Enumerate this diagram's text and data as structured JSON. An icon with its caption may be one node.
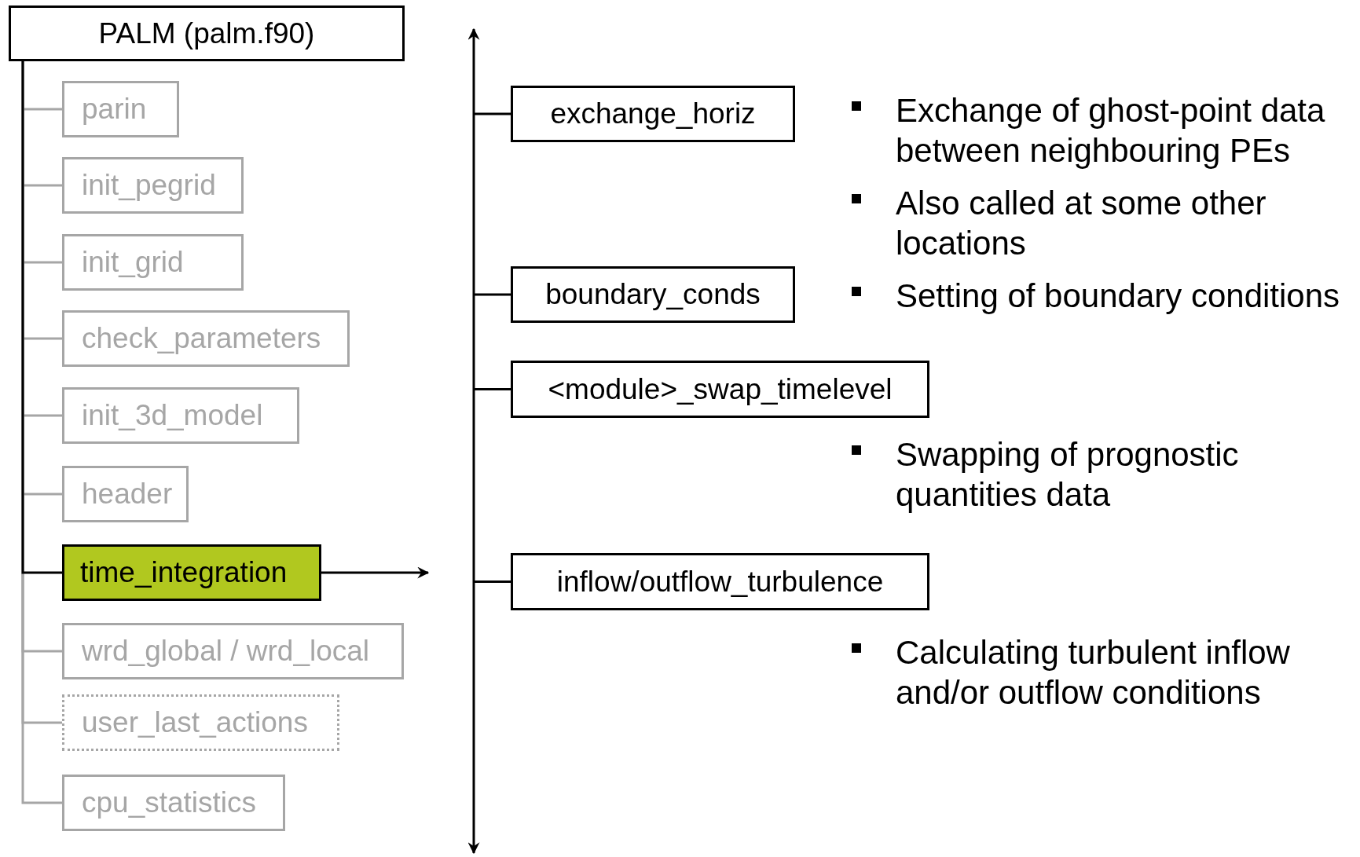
{
  "diagram": {
    "nodes": [
      {
        "text": [
          "PALM (palm.f90)"
        ]
      },
      {
        "text": [
          "parin"
        ]
      },
      {
        "text": [
          "init_pegrid"
        ]
      },
      {
        "text": [
          "init_grid"
        ]
      },
      {
        "text": [
          "check_parameters"
        ]
      },
      {
        "text": [
          "init_3d_model"
        ]
      },
      {
        "text": [
          "header"
        ]
      },
      {
        "text": [
          "time_integration"
        ]
      },
      {
        "text": [
          "wrd_global / wrd_local"
        ]
      },
      {
        "text": [
          "user_last_actions"
        ]
      },
      {
        "text": [
          "cpu_statistics"
        ]
      },
      {
        "text": [],
        "shape": "bar"
      },
      {
        "text": [
          "exchange_horiz"
        ],
        "beside": [
          "Exchange of ghost-point data between neighbouring PEs",
          "Also called at some other locations"
        ]
      },
      {
        "text": [
          "boundary_conds"
        ]
      },
      {
        "text": [
          "<module>_swap_timelevel"
        ],
        "beside": [
          "Swapping of prognostic quantities data"
        ]
      },
      {
        "text": [
          "inflow/outflow_turbulence"
        ],
        "beside": [
          "Calculating turbulent inflow and/or outflow conditions"
        ]
      }
    ],
    "edges": [
      {
        "from": 0,
        "to": 1,
        "arrow": "none"
      },
      {
        "from": 0,
        "to": 2,
        "arrow": "none"
      },
      {
        "from": 0,
        "to": 3,
        "arrow": "none"
      },
      {
        "from": 0,
        "to": 4,
        "arrow": "none"
      },
      {
        "from": 0,
        "to": 5,
        "arrow": "none"
      },
      {
        "from": 0,
        "to": 6,
        "arrow": "none"
      },
      {
        "from": 0,
        "to": 7,
        "arrow": "none",
        "color": "#000000"
      },
      {
        "from": 0,
        "to": 8,
        "arrow": "none"
      },
      {
        "from": 0,
        "to": 9,
        "arrow": "none"
      },
      {
        "from": 0,
        "to": 10,
        "arrow": "none"
      },
      {
        "from": 7,
        "to": null,
        "arrow": "to",
        "color": "#000000"
      },
      {
        "from": 11,
        "to": 12,
        "arrow": "none",
        "color": "#000000"
      },
      {
        "from": 11,
        "to": 13,
        "arrow": "none",
        "color": "#000000"
      },
      {
        "from": 11,
        "to": 14,
        "arrow": "none",
        "color": "#000000"
      },
      {
        "from": 11,
        "to": 15,
        "arrow": "none",
        "color": "#000000"
      }
    ],
    "labels": [
      "Setting of boundary conditions"
    ]
  }
}
